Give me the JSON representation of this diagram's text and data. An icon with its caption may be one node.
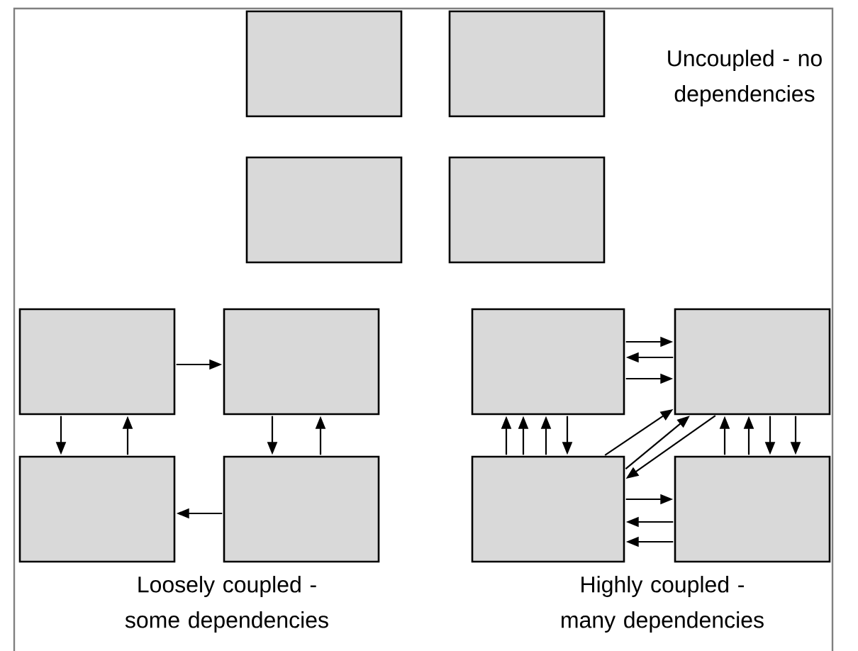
{
  "diagram": {
    "nodes": [
      {
        "text": [],
        "shape": "box"
      },
      {
        "text": [],
        "shape": "box"
      },
      {
        "text": [],
        "shape": "box"
      },
      {
        "text": [],
        "shape": "box"
      },
      {
        "text": [],
        "shape": "box"
      },
      {
        "text": [],
        "shape": "box"
      },
      {
        "text": [],
        "shape": "box"
      },
      {
        "text": [],
        "shape": "box"
      },
      {
        "text": [],
        "shape": "box"
      },
      {
        "text": [],
        "shape": "box"
      },
      {
        "text": [],
        "shape": "box"
      },
      {
        "text": [],
        "shape": "box"
      }
    ],
    "edges": [
      {
        "from": 4,
        "to": 5,
        "arrow": "to"
      },
      {
        "from": 4,
        "to": 6,
        "arrow": "to"
      },
      {
        "from": 6,
        "to": 4,
        "arrow": "to"
      },
      {
        "from": 5,
        "to": 7,
        "arrow": "to"
      },
      {
        "from": 7,
        "to": 5,
        "arrow": "to"
      },
      {
        "from": 7,
        "to": 6,
        "arrow": "to"
      },
      {
        "from": 8,
        "to": 9,
        "arrow": "to"
      },
      {
        "from": 9,
        "to": 8,
        "arrow": "to"
      },
      {
        "from": 8,
        "to": 9,
        "arrow": "to"
      },
      {
        "from": 10,
        "to": 8,
        "arrow": "to"
      },
      {
        "from": 10,
        "to": 8,
        "arrow": "to"
      },
      {
        "from": 10,
        "to": 8,
        "arrow": "to"
      },
      {
        "from": 8,
        "to": 10,
        "arrow": "to"
      },
      {
        "from": 10,
        "to": 9,
        "arrow": "to"
      },
      {
        "from": 10,
        "to": 9,
        "arrow": "to"
      },
      {
        "from": 9,
        "to": 10,
        "arrow": "to"
      },
      {
        "from": 11,
        "to": 9,
        "arrow": "to"
      },
      {
        "from": 11,
        "to": 9,
        "arrow": "to"
      },
      {
        "from": 9,
        "to": 11,
        "arrow": "to"
      },
      {
        "from": 9,
        "to": 11,
        "arrow": "to"
      },
      {
        "from": 10,
        "to": 11,
        "arrow": "to"
      },
      {
        "from": 11,
        "to": 10,
        "arrow": "to"
      },
      {
        "from": 11,
        "to": 10,
        "arrow": "to"
      }
    ],
    "labels": [
      "Uncoupled - no dependencies",
      "Loosely coupled - some dependencies",
      "Highly coupled - many dependencies"
    ]
  }
}
